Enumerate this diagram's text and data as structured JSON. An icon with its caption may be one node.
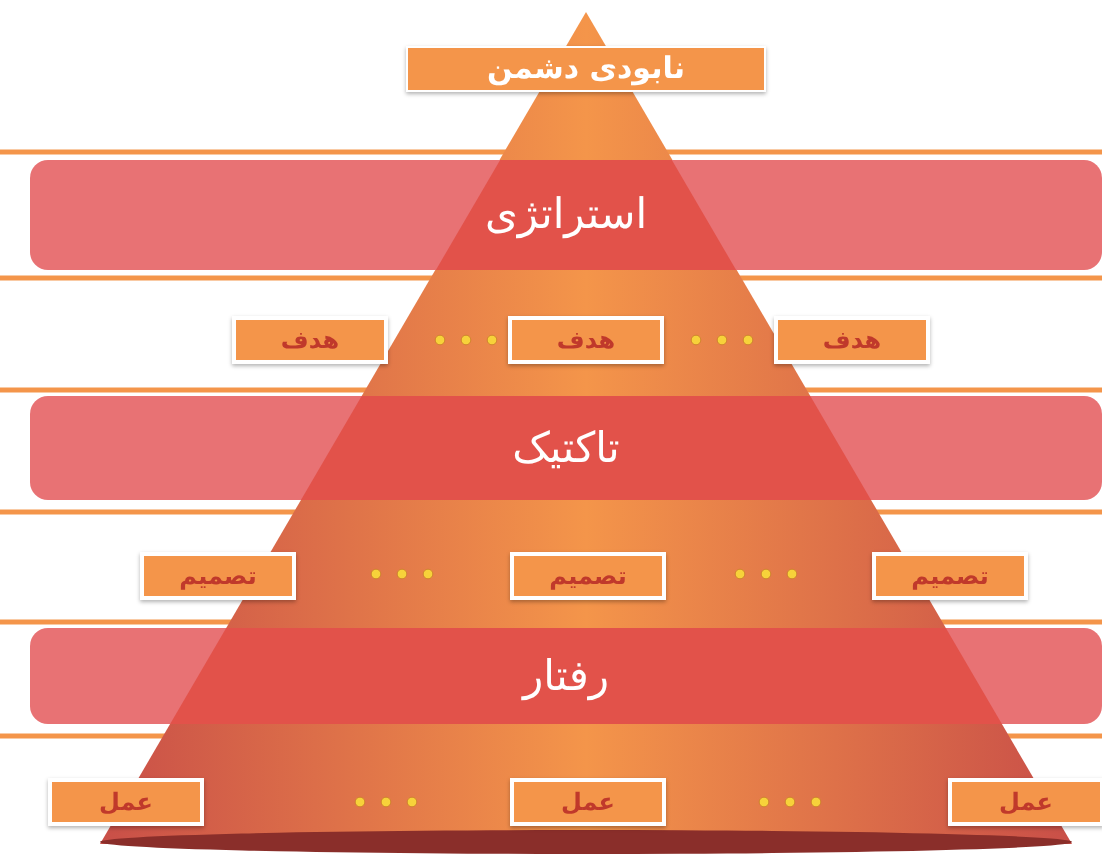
{
  "diagram": {
    "nodes": [
      {
        "text": [
          "نابودی دشمن"
        ]
      },
      {
        "text": [
          "استراتژی"
        ]
      },
      {
        "text": [
          "هدف"
        ]
      },
      {
        "text": [
          "هدف"
        ]
      },
      {
        "text": [
          "هدف"
        ]
      },
      {
        "text": [
          "تاکتیک"
        ]
      },
      {
        "text": [
          "تصمیم"
        ]
      },
      {
        "text": [
          "تصمیم"
        ]
      },
      {
        "text": [
          "تصمیم"
        ]
      },
      {
        "text": [
          "رفتار"
        ]
      },
      {
        "text": [
          "عمل"
        ]
      },
      {
        "text": [
          "عمل"
        ]
      },
      {
        "text": [
          "عمل"
        ]
      }
    ]
  }
}
